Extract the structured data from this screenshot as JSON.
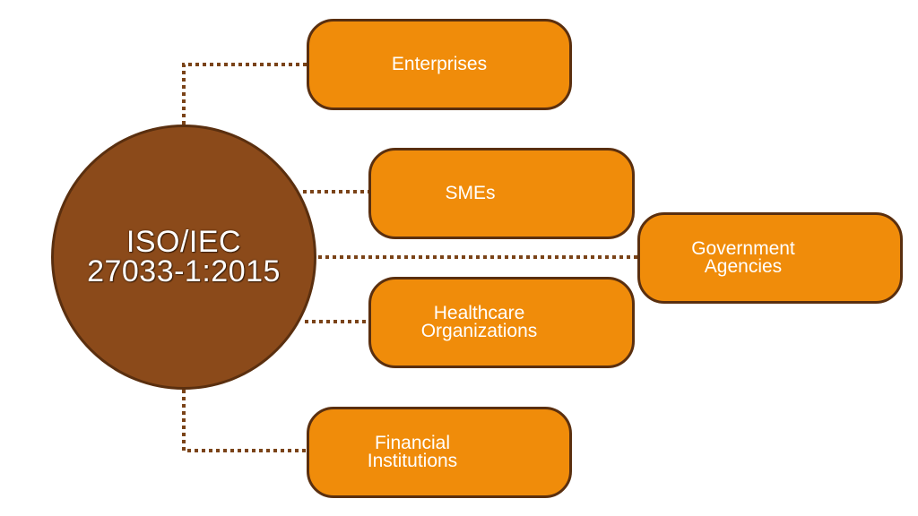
{
  "center": {
    "line1": "ISO/IEC",
    "line2": "27033-1:2015"
  },
  "nodes": [
    {
      "lines": [
        "Enterprises"
      ]
    },
    {
      "lines": [
        "SMEs"
      ]
    },
    {
      "lines": [
        "Government",
        "Agencies"
      ]
    },
    {
      "lines": [
        "Healthcare",
        "Organizations"
      ]
    },
    {
      "lines": [
        "Financial",
        "Institutions"
      ]
    }
  ],
  "colors": {
    "hub_fill": "#8b4a1a",
    "node_fill": "#f08c0a",
    "outline": "#5a2f0f",
    "connector": "#7a4318"
  }
}
